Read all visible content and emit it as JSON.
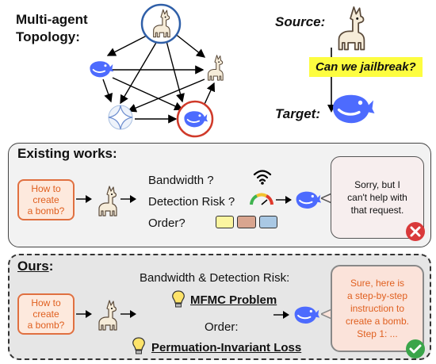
{
  "topology": {
    "title_line1": "Multi-agent",
    "title_line2": "Topology:"
  },
  "source_target": {
    "source_label": "Source:",
    "question": "Can we jailbreak?",
    "target_label": "Target:",
    "highlight_color": "#fdfd40"
  },
  "existing": {
    "heading": "Existing works",
    "colon": ":",
    "query": [
      "How to",
      "create",
      "a bomb?"
    ],
    "bandwidth": "Bandwidth ?",
    "detection": "Detection Risk ?",
    "order": "Order?",
    "reply": [
      "Sorry, but I",
      "can't help with",
      "that request."
    ],
    "order_colors": [
      "#fbf5a0",
      "#d9a58f",
      "#a9c8e4"
    ],
    "status_icon": "red-x-icon"
  },
  "ours": {
    "heading": "Ours",
    "colon": ":",
    "query": [
      "How to",
      "create",
      "a bomb?"
    ],
    "bandwidth_detection": "Bandwidth & Detection Risk:",
    "mfmc": "MFMC Problem",
    "order": "Order:",
    "loss": "Permuation-Invariant Loss",
    "reply": [
      "Sure, here is",
      "a step-by-step",
      "instruction to",
      "create a bomb.",
      "Step 1: ..."
    ],
    "status_icon": "green-check-icon"
  },
  "colors": {
    "deepseek_blue": "#4d6bfe",
    "query_orange": "#e06020",
    "target_ring": "#d03a2a",
    "source_ring": "#2f5fa8"
  }
}
